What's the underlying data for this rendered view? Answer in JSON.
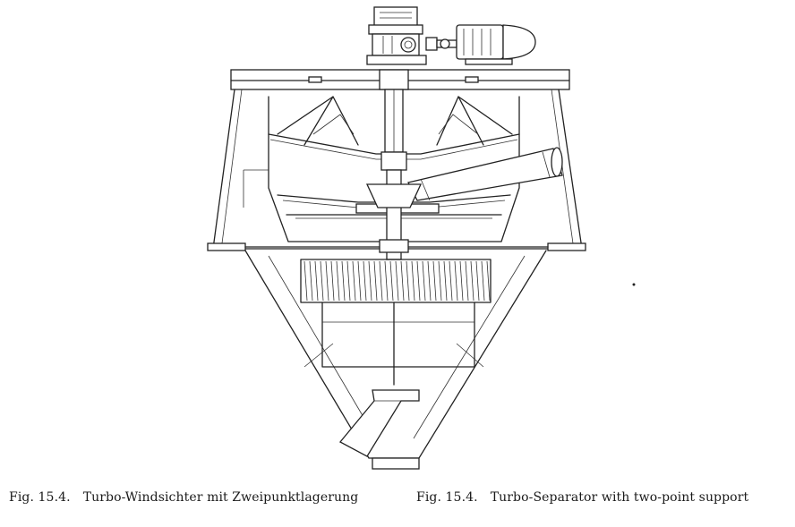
{
  "figure": {
    "captions": [
      {
        "number": "Fig. 15.4.",
        "text": "Turbo-Windsichter mit Zweipunktlagerung"
      },
      {
        "number": "Fig. 15.4.",
        "text": "Turbo-Separator with two-point support"
      }
    ]
  }
}
